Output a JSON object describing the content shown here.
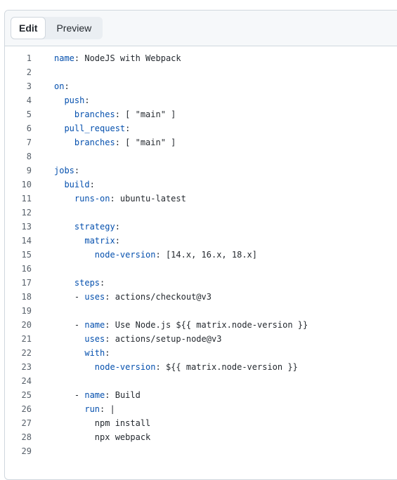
{
  "tabs": {
    "edit": "Edit",
    "preview": "Preview"
  },
  "code_lines": [
    {
      "n": "1",
      "key": "name",
      "rest": ": NodeJS with Webpack"
    },
    {
      "n": "2",
      "text": ""
    },
    {
      "n": "3",
      "key": "on",
      "rest": ":"
    },
    {
      "n": "4",
      "indent": "  ",
      "key": "push",
      "rest": ":"
    },
    {
      "n": "5",
      "indent": "    ",
      "key": "branches",
      "rest": ": [ \"main\" ]"
    },
    {
      "n": "6",
      "indent": "  ",
      "key": "pull_request",
      "rest": ":"
    },
    {
      "n": "7",
      "indent": "    ",
      "key": "branches",
      "rest": ": [ \"main\" ]"
    },
    {
      "n": "8",
      "text": ""
    },
    {
      "n": "9",
      "key": "jobs",
      "rest": ":"
    },
    {
      "n": "10",
      "indent": "  ",
      "key": "build",
      "rest": ":"
    },
    {
      "n": "11",
      "indent": "    ",
      "key": "runs-on",
      "rest": ": ubuntu-latest"
    },
    {
      "n": "12",
      "text": ""
    },
    {
      "n": "13",
      "indent": "    ",
      "key": "strategy",
      "rest": ":"
    },
    {
      "n": "14",
      "indent": "      ",
      "key": "matrix",
      "rest": ":"
    },
    {
      "n": "15",
      "indent": "        ",
      "key": "node-version",
      "rest": ": [14.x, 16.x, 18.x]"
    },
    {
      "n": "16",
      "text": ""
    },
    {
      "n": "17",
      "indent": "    ",
      "key": "steps",
      "rest": ":"
    },
    {
      "n": "18",
      "indent": "    - ",
      "key": "uses",
      "rest": ": actions/checkout@v3"
    },
    {
      "n": "19",
      "text": ""
    },
    {
      "n": "20",
      "indent": "    - ",
      "key": "name",
      "rest": ": Use Node.js ${{ matrix.node-version }}"
    },
    {
      "n": "21",
      "indent": "      ",
      "key": "uses",
      "rest": ": actions/setup-node@v3"
    },
    {
      "n": "22",
      "indent": "      ",
      "key": "with",
      "rest": ":"
    },
    {
      "n": "23",
      "indent": "        ",
      "key": "node-version",
      "rest": ": ${{ matrix.node-version }}"
    },
    {
      "n": "24",
      "text": ""
    },
    {
      "n": "25",
      "indent": "    - ",
      "key": "name",
      "rest": ": Build"
    },
    {
      "n": "26",
      "indent": "      ",
      "key": "run",
      "rest": ": |"
    },
    {
      "n": "27",
      "text": "        npm install"
    },
    {
      "n": "28",
      "text": "        npx webpack"
    },
    {
      "n": "29",
      "text": ""
    }
  ]
}
